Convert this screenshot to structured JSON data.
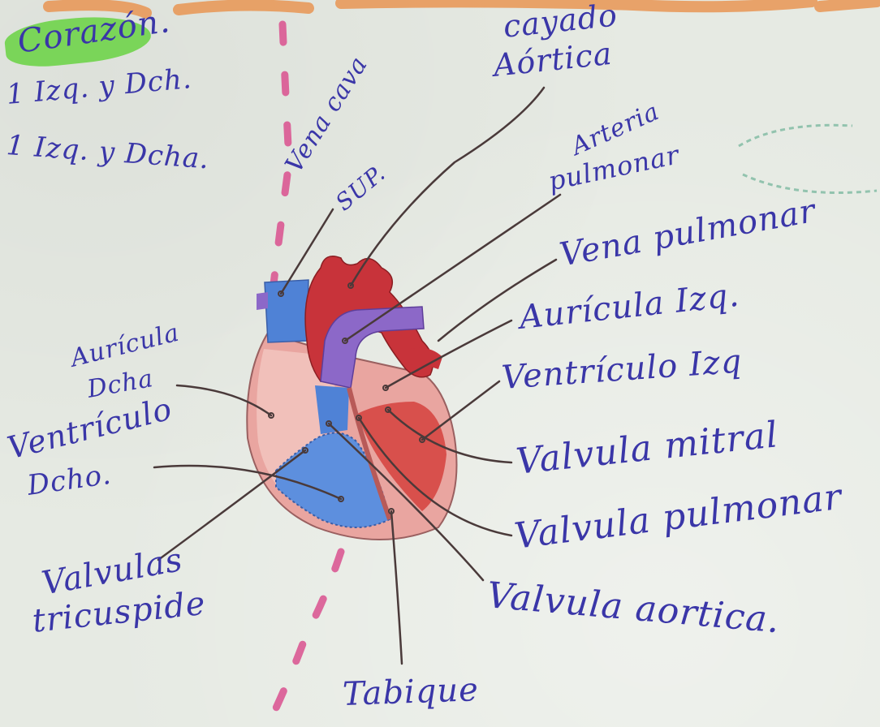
{
  "title": "Corazón.",
  "notes": [
    "1 Izq. y Dch.",
    "1 Izq. y Dcha."
  ],
  "labels": {
    "cayado_1": "cayado",
    "cayado_2": "Aórtica",
    "vena_cava_1": "Vena cava",
    "vena_cava_2": "SUP.",
    "arteria_1": "Arteria",
    "arteria_2": "pulmonar",
    "vena_pulmonar": "Vena pulmonar",
    "auricula_izq": "Aurícula Izq.",
    "ventriculo_izq": "Ventrículo Izq",
    "auricula_dcha_1": "Aurícula",
    "auricula_dcha_2": "Dcha",
    "ventriculo_dcho_1": "Ventrículo",
    "ventriculo_dcho_2": "Dcho.",
    "valvula_mitral": "Valvula mitral",
    "valvula_pulmonar": "Valvula pulmonar",
    "valvula_aortica": "Valvula aortica.",
    "valvulas_1": "Valvulas",
    "valvulas_2": "tricuspide",
    "tabique": "Tabique"
  },
  "colors": {
    "ink": "#3a36a8",
    "highlight": "#6fd44a",
    "margin_line": "#d9508e",
    "pointer": "#4a3a3a",
    "aorta_red": "#c8333a",
    "vein_blue": "#4f82d6",
    "pulmonary_purple": "#8c68c8",
    "heart_pink": "#e9a5a0"
  }
}
